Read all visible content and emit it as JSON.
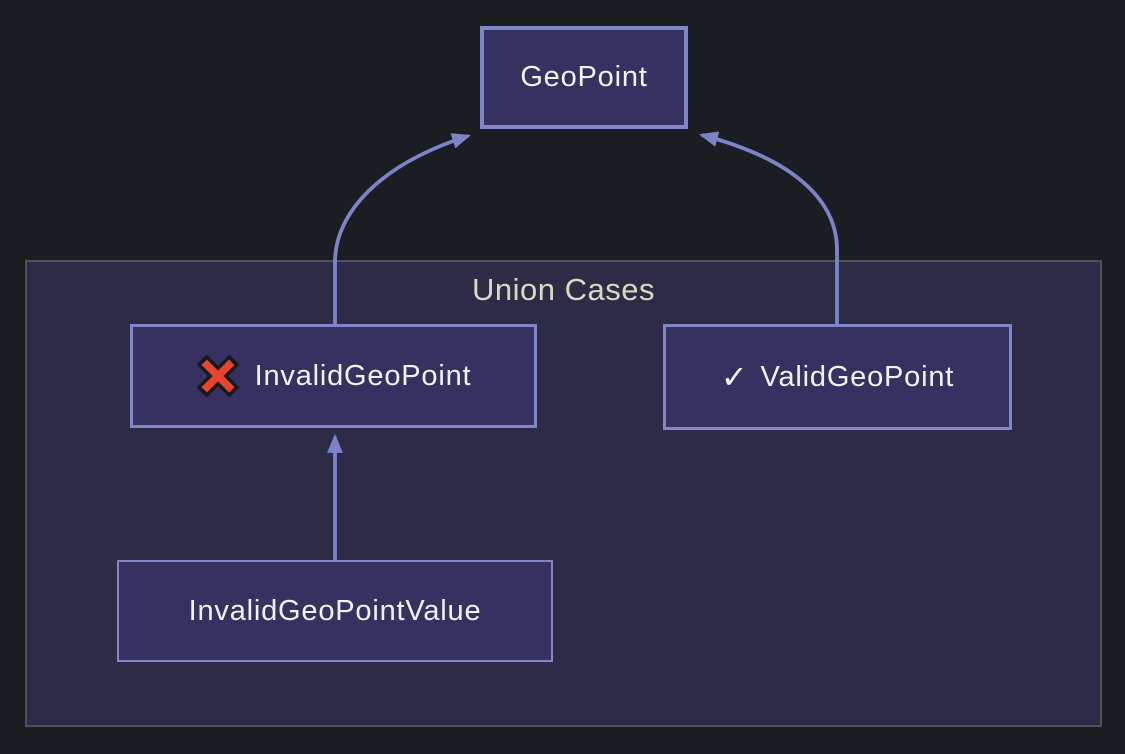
{
  "diagram": {
    "type": "flowchart",
    "direction": "bottom-to-top",
    "group": {
      "label": "Union Cases"
    },
    "nodes": [
      {
        "id": "GeoPoint",
        "label": "GeoPoint",
        "icon": null,
        "in_group": false
      },
      {
        "id": "InvalidGeoPoint",
        "label": "InvalidGeoPoint",
        "icon": "cross-mark-icon",
        "in_group": true
      },
      {
        "id": "ValidGeoPoint",
        "label": "ValidGeoPoint",
        "icon": "check-mark-icon",
        "icon_glyph": "✓",
        "in_group": true
      },
      {
        "id": "InvalidGeoPointValue",
        "label": "InvalidGeoPointValue",
        "icon": null,
        "in_group": true
      }
    ],
    "edges": [
      {
        "from": "InvalidGeoPoint",
        "to": "GeoPoint",
        "style": "curved-arrow"
      },
      {
        "from": "ValidGeoPoint",
        "to": "GeoPoint",
        "style": "curved-arrow"
      },
      {
        "from": "InvalidGeoPointValue",
        "to": "InvalidGeoPoint",
        "style": "straight-arrow"
      }
    ],
    "colors": {
      "bg": "#1a1d21",
      "group-fill": "#2d2b46",
      "group-border": "#515157",
      "group-label": "#dbd8c3",
      "node-fill": "#353160",
      "node-border": "#8186c9",
      "edge": "#7d83c9",
      "text": "#f2f2f2",
      "cross-red": "#e8432c",
      "cross-outline": "#17181c",
      "check": "#f2f2f2"
    }
  }
}
